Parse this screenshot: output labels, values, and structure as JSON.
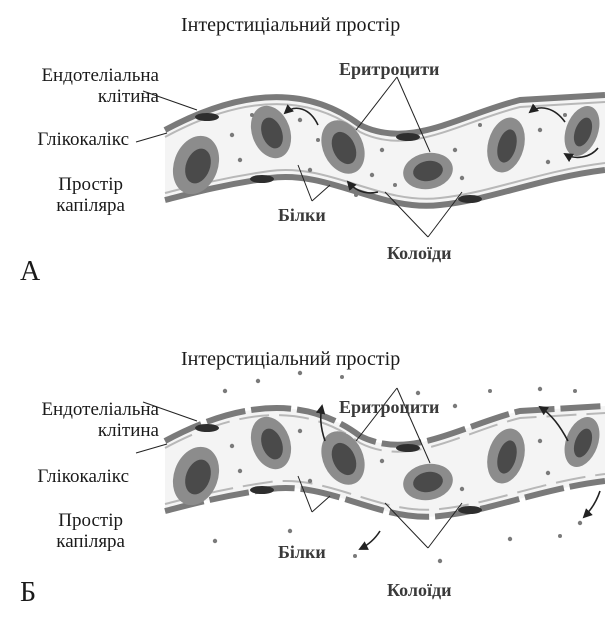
{
  "panels": [
    {
      "title": "Інтерстиціальний простір",
      "letter": "А",
      "labels": {
        "endothelial_line1": "Ендотеліальна",
        "endothelial_line2": "клітина",
        "glycocalyx": "Глікокалікс",
        "capillary_line1": "Простір",
        "capillary_line2": "капіляра",
        "erythrocytes": "Еритроцити",
        "proteins": "Білки",
        "colloids": "Колоїди"
      }
    },
    {
      "title": "Інтерстиціальний простір",
      "letter": "Б",
      "labels": {
        "endothelial_line1": "Ендотеліальна",
        "endothelial_line2": "клітина",
        "glycocalyx": "Глікокалікс",
        "capillary_line1": "Простір",
        "capillary_line2": "капіляра",
        "erythrocytes": "Еритроцити",
        "proteins": "Білки",
        "colloids": "Колоїди"
      }
    }
  ],
  "colors": {
    "cell_outer": "#8c8c8c",
    "cell_inner": "#4a4a4a",
    "wall": "#7a7a7a",
    "dot": "#7a7a7a"
  }
}
